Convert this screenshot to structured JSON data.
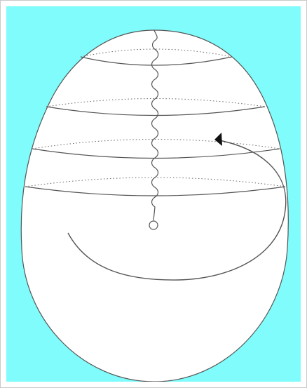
{
  "figure": {
    "background_color": "#7ffcfb",
    "shape_fill": "#ffffff",
    "stroke_color": "#555555",
    "dotted_color": "#666666",
    "icon_names": {
      "shape": "egg-shape",
      "seam": "wavy-seam",
      "rings": "horizontal-rings",
      "arrow": "curved-arrow-icon",
      "node": "circle-node-icon"
    },
    "ring_count": 4
  }
}
